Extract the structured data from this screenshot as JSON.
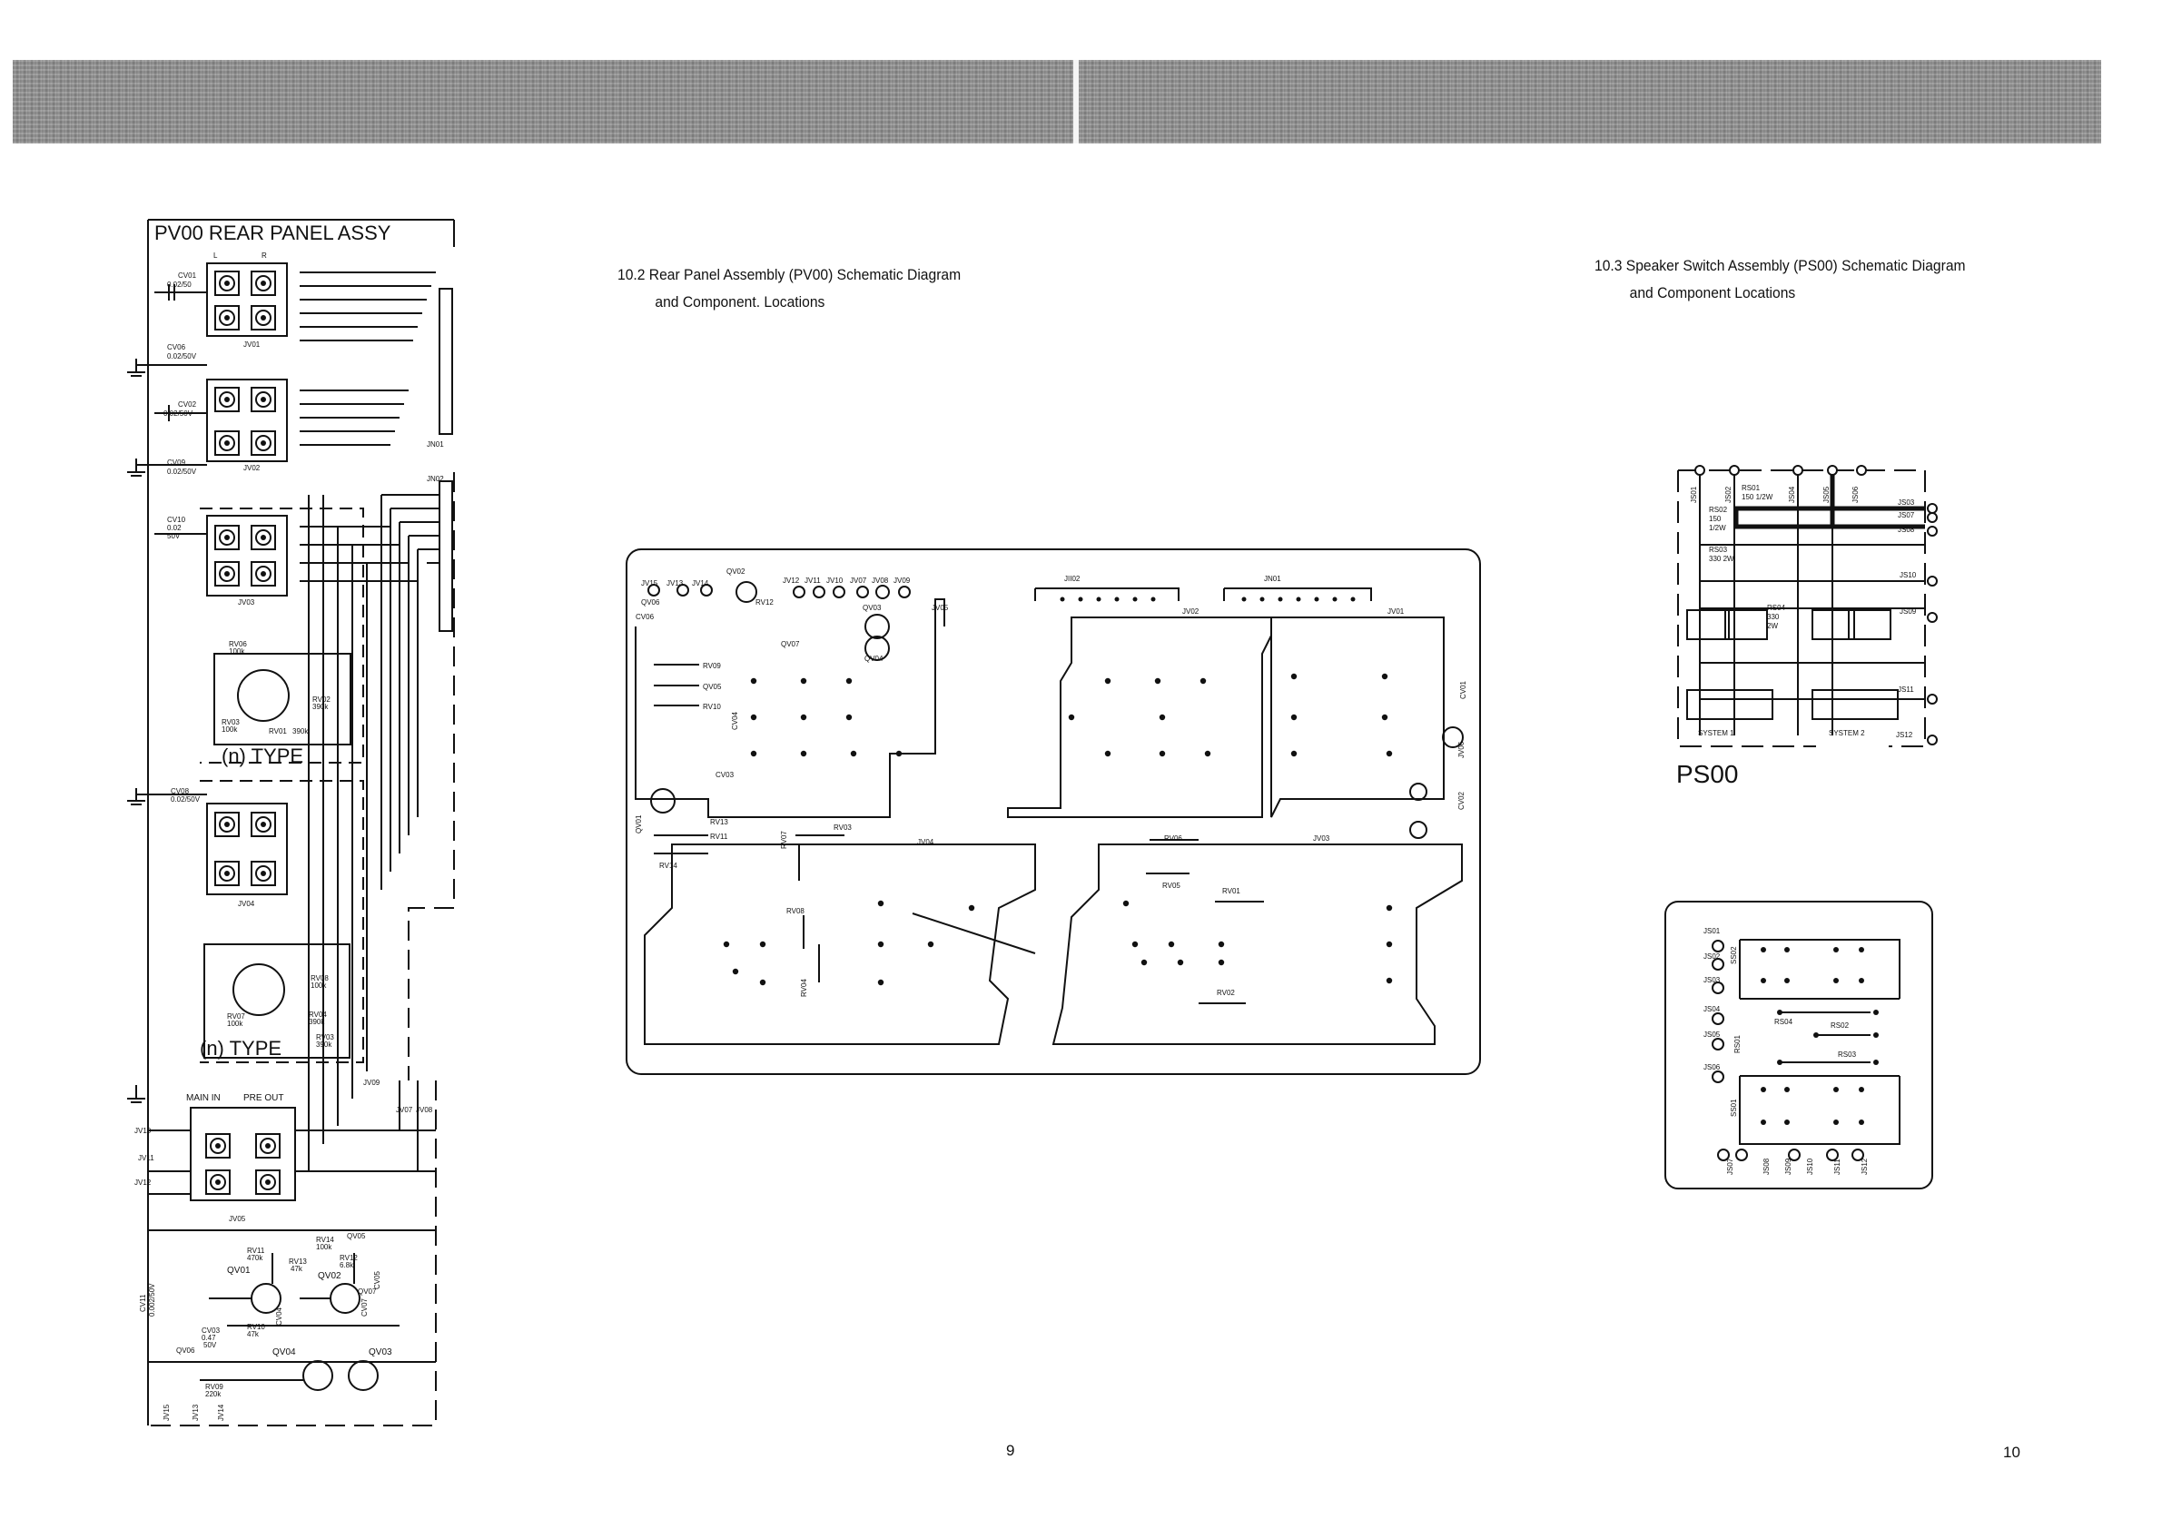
{
  "header": {
    "band": "grey scanned header strip"
  },
  "pv00": {
    "title": "PV00   REAR PANEL ASSY",
    "jacks_top": [
      "JV01",
      "JV02",
      "JV03",
      "JV04",
      "JV05"
    ],
    "labels": {
      "cv01": "CV01",
      "cv01v": "0.02/50",
      "cv06": "CV06",
      "cv06v": "0.02/50V",
      "cv02": "CV02",
      "cv02v": "0.02/50V",
      "cv09": "CV09",
      "cv09v": "0.02/50V",
      "cv10": "CV10",
      "cv10v": "0.02",
      "cv10v2": "50V",
      "cv08": "CV08",
      "cv08v": "0.02/50V",
      "cv11": "CV11",
      "cv11v": "0.002/50V",
      "jn01": "JN01",
      "jn02": "JN02",
      "rv06": "RV06",
      "rv06v": "100k",
      "rv02": "RV02",
      "rv02v": "390k",
      "rv03": "RV03",
      "rv03v": "100k",
      "rv01": "RV01",
      "rv01v": "390k",
      "rv08": "RV08",
      "rv08v": "100k",
      "rv07": "RV07",
      "rv07v": "100k",
      "rv04": "RV04",
      "rv04v": "390k",
      "rv05": "RV03",
      "rv05v": "390k",
      "type1": "(n) TYPE",
      "type2": "(n) TYPE",
      "main_in": "MAIN IN",
      "pre_out": "PRE OUT",
      "jv09": "JV09",
      "jv07": "JV07",
      "jv08": "JV08",
      "jv10": "JV10",
      "jv11": "JV11",
      "jv12": "JV12",
      "jv13": "JV13",
      "jv14": "JV14",
      "jv15": "JV15",
      "rv11": "RV11",
      "rv11v": "470k",
      "rv14": "RV14",
      "rv14v": "100k",
      "rv13": "RV13",
      "rv13v": "47k",
      "rv12": "RV12",
      "rv12v": "6.8k",
      "rv10": "RV10",
      "rv10v": "47k",
      "rv09": "RV09",
      "rv09v": "220k",
      "qv01": "QV01",
      "qv02": "QV02",
      "qv03": "QV03",
      "qv04": "QV04",
      "qv05": "QV05",
      "qv06": "QV06",
      "qv07": "QV07",
      "cv03": "CV03",
      "cv03v": "0.47",
      "cv03v2": "50V",
      "cv04": "CV04",
      "cv05": "CV05",
      "cv07": "CV07",
      "L": "L",
      "R": "R"
    }
  },
  "section_102": {
    "line1": "10.2 Rear Panel Assembly (PV00)   Schematic Diagram",
    "line2": "and Component.  Locations"
  },
  "section_103": {
    "line1": "10.3 Speaker Switch Assembly (PS00) Schematic Diagram",
    "line2": "and Component Locations"
  },
  "pcb_pv00": {
    "top_labels": [
      "JV15",
      "JV13",
      "JV14",
      "QV02",
      "JV12",
      "JV11",
      "JV10",
      "JV07",
      "JV08",
      "JV09"
    ],
    "jii02": "JII02",
    "jn01": "JN01",
    "jv02": "JV02",
    "jv01": "JV01",
    "jv03": "JV03",
    "jv04": "JV04",
    "jv05": "JV05",
    "jv06": "JV06",
    "qv06": "QV06",
    "cv06": "CV06",
    "rv12": "RV12",
    "qv03": "QV03",
    "qv07": "QV07",
    "qv04": "QV04",
    "rv09": "RV09",
    "qv05": "QV05",
    "rv10": "RV10",
    "cv04": "CV04",
    "cv03": "CV03",
    "qv01": "QV01",
    "rv13": "RV13",
    "rv11": "RV11",
    "rv14": "RV14",
    "rv07": "RV07",
    "rv03": "RV03",
    "rv08": "RV08",
    "rv04": "RV04",
    "rv06": "RV06",
    "rv05": "RV05",
    "rv01": "RV01",
    "rv02": "RV02",
    "cv01": "CV01",
    "cv02": "CV02"
  },
  "ps00": {
    "title": "PS00",
    "js": [
      "JS01",
      "JS02",
      "JS04",
      "JS05",
      "JS06"
    ],
    "js03": "JS03",
    "js07": "JS07",
    "js08": "JS08",
    "js10": "JS10",
    "js09": "JS09",
    "js11": "JS11",
    "js12": "JS12",
    "rs01": "RS01",
    "rs01v": "150 1/2W",
    "rs02": "RS02",
    "rs02v": "150",
    "rs02v2": "1/2W",
    "rs03": "RS03",
    "rs03v": "330 2W",
    "rs04": "RS04",
    "rs04v": "330",
    "rs04v2": "2W",
    "system1": "SYSTEM 1",
    "system2": "SYSTEM 2"
  },
  "pcb_ps00": {
    "js": [
      "JS01",
      "JS02",
      "JS03",
      "JS04",
      "JS05",
      "JS06"
    ],
    "ss02": "SS02",
    "ss01": "SS01",
    "rs04": "RS04",
    "rs02": "RS02",
    "rs03": "RS03",
    "rs01": "RS01",
    "bottom": [
      "JS07",
      "JS08",
      "JS09",
      "JS10",
      "JS11",
      "JS12"
    ]
  },
  "pages": {
    "left": "9",
    "right": "10"
  }
}
